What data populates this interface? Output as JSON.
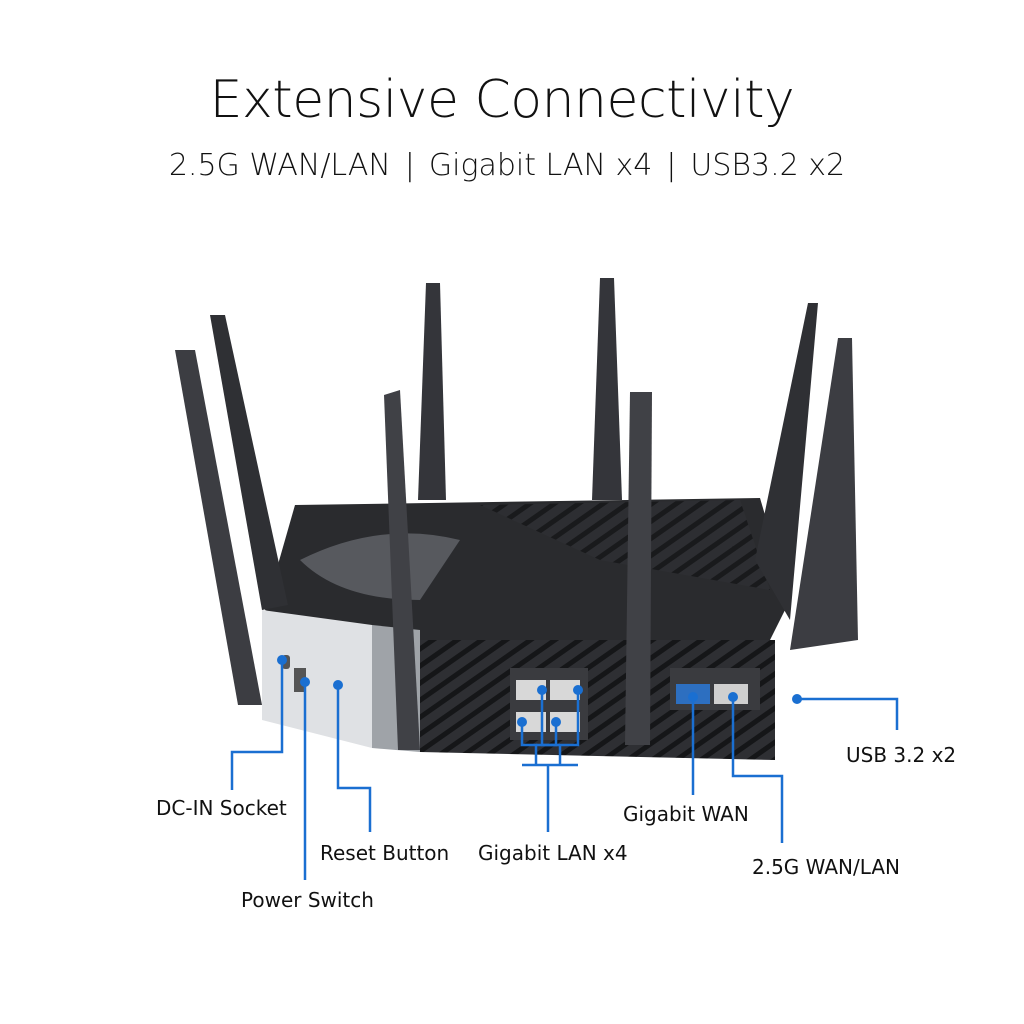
{
  "header": {
    "title": "Extensive Connectivity",
    "features": [
      "2.5G WAN/LAN",
      "Gigabit LAN x4",
      "USB3.2 x2"
    ],
    "separator": "|"
  },
  "callouts": {
    "dc_in": "DC-IN Socket",
    "power_switch": "Power Switch",
    "reset_button": "Reset Button",
    "gigabit_lan": "Gigabit LAN x4",
    "gigabit_wan": "Gigabit WAN",
    "wan_lan_25g": "2.5G WAN/LAN",
    "usb": "USB 3.2 x2"
  },
  "colors": {
    "callout": "#1a6fd1",
    "antenna": "#3a3b3e",
    "body": "#2b2c2f",
    "panel": "#dfe1e4"
  }
}
